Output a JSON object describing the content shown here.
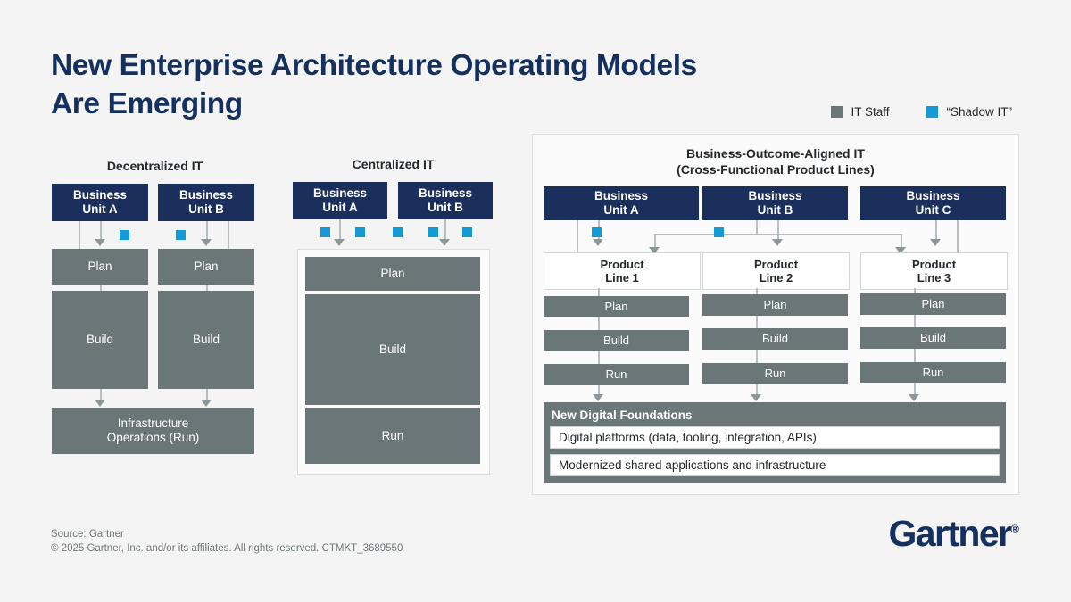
{
  "title": {
    "line1": "New Enterprise Architecture Operating Models",
    "line2": "Are Emerging"
  },
  "colors": {
    "navy": "#1b2f5c",
    "gray": "#6b7678",
    "accent_blue": "#129bd7",
    "background": "#f4f4f4",
    "connector": "#b9bec0"
  },
  "legend": {
    "items": [
      {
        "label": "IT Staff",
        "color": "#6b7678",
        "icon": "square-swatch"
      },
      {
        "label": "“Shadow IT”",
        "color": "#129bd7",
        "icon": "square-swatch"
      }
    ]
  },
  "panels": {
    "decentralized": {
      "heading": "Decentralized IT",
      "columns": [
        {
          "unit": "Business\nUnit A",
          "unit_line1": "Business",
          "unit_line2": "Unit A",
          "stages": [
            "Plan",
            "Build"
          ]
        },
        {
          "unit": "Business\nUnit B",
          "unit_line1": "Business",
          "unit_line2": "Unit B",
          "stages": [
            "Plan",
            "Build"
          ]
        }
      ],
      "shared_bottom": {
        "line1": "Infrastructure",
        "line2": "Operations (Run)"
      },
      "shadow_it_markers": 2
    },
    "centralized": {
      "heading": "Centralized IT",
      "columns": [
        {
          "unit_line1": "Business",
          "unit_line2": "Unit A"
        },
        {
          "unit_line1": "Business",
          "unit_line2": "Unit B"
        }
      ],
      "shadow_it_markers": 5,
      "stages": [
        "Plan",
        "Build",
        "Run"
      ]
    },
    "outcome_aligned": {
      "heading_line1": "Business-Outcome-Aligned IT",
      "heading_line2": "(Cross-Functional Product Lines)",
      "units": [
        {
          "line1": "Business",
          "line2": "Unit A"
        },
        {
          "line1": "Business",
          "line2": "Unit B"
        },
        {
          "line1": "Business",
          "line2": "Unit C"
        }
      ],
      "product_lines": [
        {
          "line1": "Product",
          "line2": "Line 1",
          "stages": [
            "Plan",
            "Build",
            "Run"
          ]
        },
        {
          "line1": "Product",
          "line2": "Line 2",
          "stages": [
            "Plan",
            "Build",
            "Run"
          ]
        },
        {
          "line1": "Product",
          "line2": "Line 3",
          "stages": [
            "Plan",
            "Build",
            "Run"
          ]
        }
      ],
      "shadow_it_markers": 2,
      "foundations": {
        "title": "New Digital Foundations",
        "rows": [
          "Digital platforms (data, tooling, integration, APIs)",
          "Modernized shared applications and infrastructure"
        ]
      }
    }
  },
  "footer": {
    "source": "Source: Gartner",
    "copyright": "© 2025 Gartner, Inc. and/or its affiliates. All rights reserved. CTMKT_3689550",
    "logo": "Gartner",
    "logo_mark": "®"
  }
}
